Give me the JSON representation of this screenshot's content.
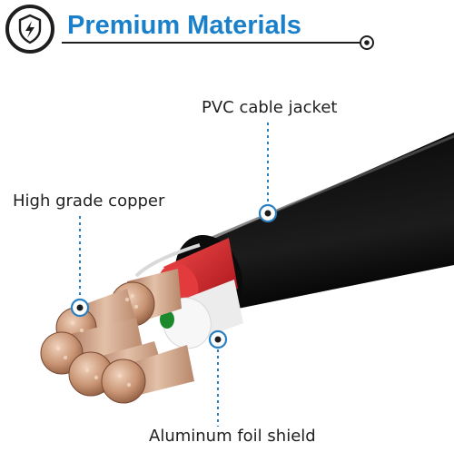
{
  "header": {
    "title": "Premium Materials",
    "badge_icon": "lightning-shield-icon"
  },
  "callouts": {
    "jacket": "PVC cable jacket",
    "copper": "High grade copper",
    "shield": "Aluminum foil shield"
  },
  "colors": {
    "accent": "#1a80c9",
    "jacket": "#141414",
    "red_insulation": "#d21f24",
    "white_insulation": "#f2f2f2",
    "copper": "#c99a7a",
    "leader": "#2a7fc0"
  }
}
